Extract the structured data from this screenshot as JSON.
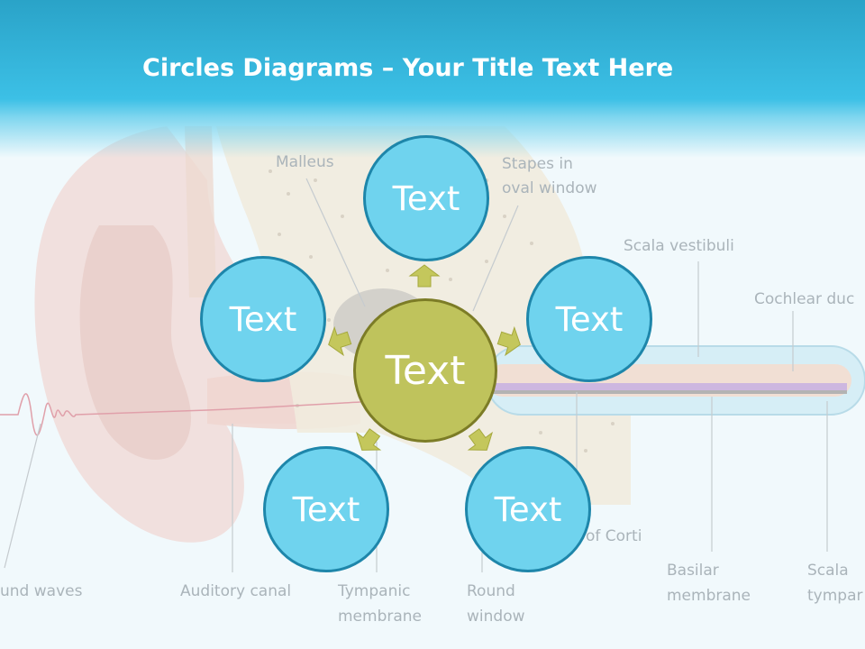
{
  "title": {
    "bold": "Circles Diagrams",
    "dash": " – ",
    "rest": "Your Title Text Here"
  },
  "diagram": {
    "center_label": "Text",
    "outer_labels": [
      "Text",
      "Text",
      "Text",
      "Text",
      "Text"
    ],
    "center_color": "#bfc35c",
    "outer_color": "#6fd3ee",
    "arrow_color": "#c4c75c"
  },
  "background_labels": {
    "malleus": "Malleus",
    "stapes_line1": "Stapes in",
    "stapes_line2": "oval window",
    "scala_vestibuli": "Scala vestibuli",
    "cochlear_duct": "Cochlear duc",
    "organ_of_corti": "of Corti",
    "sound_waves": "und waves",
    "auditory_canal": "Auditory canal",
    "tympanic_line1": "Tympanic",
    "tympanic_line2": "membrane",
    "round_line1": "Round",
    "round_line2": "window",
    "basilar_line1": "Basilar",
    "basilar_line2": "membrane",
    "scala_tymp_line1": "Scala",
    "scala_tymp_line2": "tympar"
  }
}
